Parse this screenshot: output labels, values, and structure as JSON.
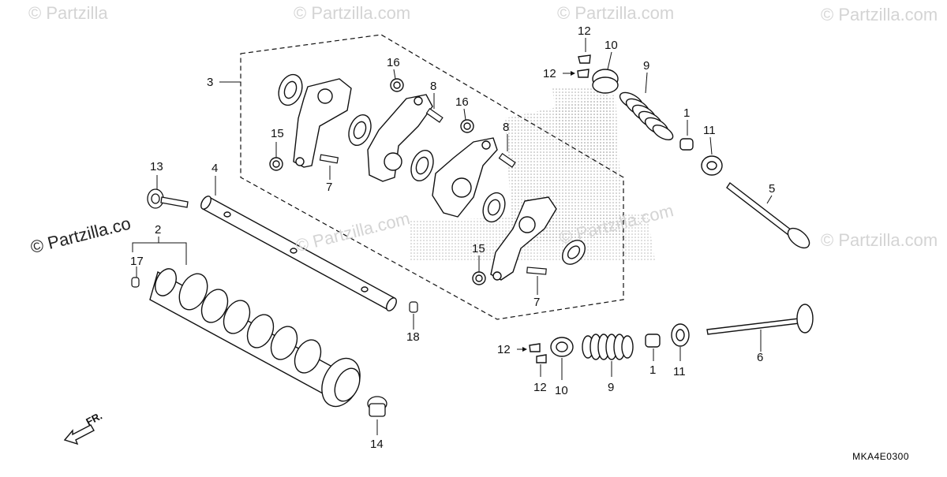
{
  "watermarks": {
    "brand": "© Partzilla.com",
    "brand_short": "© Partzilla",
    "brand_cut": "© Partzilla.co"
  },
  "diagram_code": "MKA4E0300",
  "direction_label": "FR.",
  "callouts": {
    "c1a": "1",
    "c1b": "1",
    "c2": "2",
    "c3": "3",
    "c4": "4",
    "c5": "5",
    "c6": "6",
    "c7a": "7",
    "c7b": "7",
    "c8a": "8",
    "c8b": "8",
    "c9a": "9",
    "c9b": "9",
    "c10a": "10",
    "c10b": "10",
    "c11a": "11",
    "c11b": "11",
    "c12a": "12",
    "c12b": "12",
    "c12c": "12",
    "c12d": "12",
    "c13": "13",
    "c14": "14",
    "c15a": "15",
    "c15b": "15",
    "c16a": "16",
    "c16b": "16",
    "c17": "17",
    "c18": "18"
  }
}
